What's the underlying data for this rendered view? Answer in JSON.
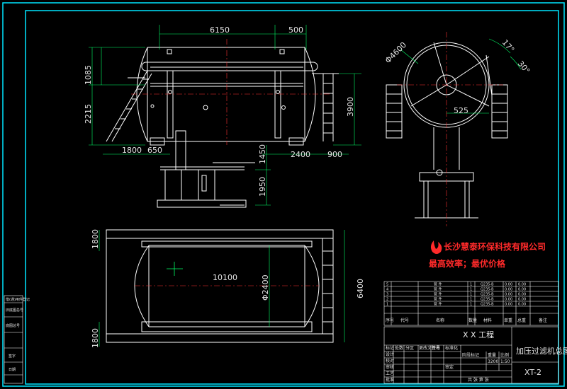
{
  "dimensions": {
    "d6150": "6150",
    "d500": "500",
    "d1085": "1085",
    "d2215": "2215",
    "d3900": "3900",
    "d1800": "1800",
    "d650": "650",
    "d2400": "2400",
    "d900": "900",
    "d1450": "1450",
    "d1950": "1950",
    "d4600": "Φ4600",
    "d17": "17°",
    "d30": "30°",
    "d525": "525",
    "d10100": "10100",
    "d2400dia": "Φ2400",
    "d6400": "6400",
    "d1800b": "1800",
    "d1800c": "1800"
  },
  "company": {
    "name": "长沙慧泰环保科技有限公司",
    "slogan": "最高效率；最优价格"
  },
  "title_block": {
    "project": "X X 工程",
    "drawing_title": "加压过滤机总图",
    "drawing_no": "XT-2",
    "scale": "1:50",
    "weight": "3200",
    "stage_mark": "阶段标记",
    "weight_label": "重量",
    "scale_label": "比例",
    "sheet_info": "共 张  第 张",
    "sign_rows": [
      "标记",
      "设计",
      "校对",
      "审核",
      "工艺",
      "批准"
    ],
    "sign_cols": [
      "处数",
      "分区",
      "更改文件号",
      "签名",
      "年月日"
    ],
    "std": "标准化",
    "review": "审定"
  },
  "bom": {
    "headers": [
      "序号",
      "代号",
      "名称",
      "数量",
      "材料",
      "单重",
      "总重",
      "备注"
    ],
    "rows": [
      {
        "no": "5",
        "name": "管 件",
        "qty": "1",
        "mat": "Q235-B",
        "w1": "0.00",
        "w2": "0.00"
      },
      {
        "no": "4",
        "name": "管 件",
        "qty": "1",
        "mat": "Q235-B",
        "w1": "0.00",
        "w2": "0.00"
      },
      {
        "no": "3",
        "name": "管 件",
        "qty": "1",
        "mat": "Q235-B",
        "w1": "0.00",
        "w2": "0.00"
      },
      {
        "no": "2",
        "name": "管 件",
        "qty": "1",
        "mat": "Q235-B",
        "w1": "0.00",
        "w2": "0.00"
      },
      {
        "no": "1",
        "name": "管 件",
        "qty": "1",
        "mat": "Q235-B",
        "w1": "0.00",
        "w2": "0.00"
      }
    ]
  },
  "sidebar": [
    "借(通)用件登记",
    "旧底图总号",
    "底图总号",
    "签字",
    "日期"
  ],
  "colors": {
    "line": "#ffffff",
    "frame": "#00e5ff",
    "dim": "#00ff66",
    "center": "#ff3333",
    "accent": "#ff2a2a"
  }
}
